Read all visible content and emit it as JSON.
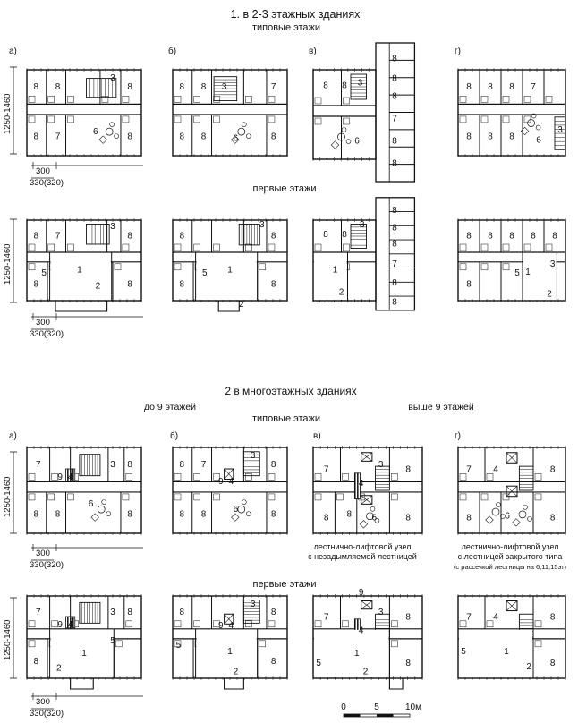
{
  "section1": {
    "title": "1. в 2-3 этажных зданиях",
    "typical_label": "типовые этажи",
    "first_label": "первые этажи",
    "dim_height": "1250-1460",
    "dim_module": "300",
    "dim_width": "330(320)"
  },
  "section2": {
    "title": "2  в   многоэтажных  зданиях",
    "sub_left": "до  9  этажей",
    "sub_right": "выше  9  этажей",
    "typical_label": "типовые этажи",
    "first_label": "первые этажи",
    "dim_height": "1250-1460",
    "dim_module": "300",
    "dim_width": "330(320)",
    "note_v": [
      "лестнично-лифтовой узел",
      "с незадымляемой лестницей"
    ],
    "note_g": [
      "лестнично-лифтовой узел",
      "с лестницей закрытого типа",
      "(с рассечкой лестницы на 6,11,15эт)"
    ]
  },
  "variants": [
    "а)",
    "б)",
    "в)",
    "г)"
  ],
  "scale": {
    "zero": "0",
    "mid": "5",
    "end": "10м"
  },
  "plans": [
    {
      "id": "s1-typ-a",
      "rooms": [
        {
          "n": "8"
        },
        {
          "n": "8"
        },
        {
          "n": "3"
        },
        {
          "n": "8"
        },
        {
          "n": "8"
        },
        {
          "n": "7"
        },
        {
          "n": "6"
        },
        {
          "n": "8"
        }
      ]
    },
    {
      "id": "s1-typ-b",
      "rooms": [
        {
          "n": "8"
        },
        {
          "n": "8"
        },
        {
          "n": "3"
        },
        {
          "n": "7"
        },
        {
          "n": "8"
        },
        {
          "n": "8"
        },
        {
          "n": "6"
        },
        {
          "n": "8"
        }
      ]
    },
    {
      "id": "s1-typ-v",
      "rooms": [
        {
          "n": "8"
        },
        {
          "n": "8"
        },
        {
          "n": "3"
        },
        {
          "n": "8"
        },
        {
          "n": "8"
        },
        {
          "n": "8"
        },
        {
          "n": "7"
        },
        {
          "n": "6"
        },
        {
          "n": "8"
        },
        {
          "n": "8"
        }
      ]
    },
    {
      "id": "s1-typ-g",
      "rooms": [
        {
          "n": "8"
        },
        {
          "n": "8"
        },
        {
          "n": "8"
        },
        {
          "n": "7"
        },
        {
          "n": "8"
        },
        {
          "n": "8"
        },
        {
          "n": "8"
        },
        {
          "n": "6"
        },
        {
          "n": "3"
        }
      ]
    },
    {
      "id": "s1-fst-a",
      "rooms": [
        {
          "n": "8"
        },
        {
          "n": "7"
        },
        {
          "n": "3"
        },
        {
          "n": "8"
        },
        {
          "n": "8"
        },
        {
          "n": "5"
        },
        {
          "n": "1"
        },
        {
          "n": "2"
        },
        {
          "n": "8"
        }
      ]
    },
    {
      "id": "s1-fst-b",
      "rooms": [
        {
          "n": "8"
        },
        {
          "n": "3"
        },
        {
          "n": "8"
        },
        {
          "n": "8"
        },
        {
          "n": "5"
        },
        {
          "n": "1"
        },
        {
          "n": "8"
        },
        {
          "n": "2"
        }
      ]
    },
    {
      "id": "s1-fst-v",
      "rooms": [
        {
          "n": "8"
        },
        {
          "n": "8"
        },
        {
          "n": "3"
        },
        {
          "n": "8"
        },
        {
          "n": "8"
        },
        {
          "n": "8"
        },
        {
          "n": "7"
        },
        {
          "n": "1"
        },
        {
          "n": "2"
        },
        {
          "n": "8"
        },
        {
          "n": "8"
        }
      ]
    },
    {
      "id": "s1-fst-g",
      "rooms": [
        {
          "n": "8"
        },
        {
          "n": "8"
        },
        {
          "n": "8"
        },
        {
          "n": "8"
        },
        {
          "n": "8"
        },
        {
          "n": "8"
        },
        {
          "n": "5"
        },
        {
          "n": "1"
        },
        {
          "n": "3"
        },
        {
          "n": "2"
        }
      ]
    },
    {
      "id": "s2-typ-a",
      "rooms": [
        {
          "n": "7"
        },
        {
          "n": "3"
        },
        {
          "n": "8"
        },
        {
          "n": "9"
        },
        {
          "n": "4"
        },
        {
          "n": "8"
        },
        {
          "n": "8"
        },
        {
          "n": "6"
        },
        {
          "n": "8"
        }
      ]
    },
    {
      "id": "s2-typ-b",
      "rooms": [
        {
          "n": "8"
        },
        {
          "n": "7"
        },
        {
          "n": "3"
        },
        {
          "n": "8"
        },
        {
          "n": "9"
        },
        {
          "n": "4"
        },
        {
          "n": "8"
        },
        {
          "n": "8"
        },
        {
          "n": "6"
        },
        {
          "n": "8"
        }
      ]
    },
    {
      "id": "s2-typ-v",
      "rooms": [
        {
          "n": "7"
        },
        {
          "n": "3"
        },
        {
          "n": "8"
        },
        {
          "n": "4"
        },
        {
          "n": "8"
        },
        {
          "n": "8"
        },
        {
          "n": "6"
        },
        {
          "n": "8"
        }
      ]
    },
    {
      "id": "s2-typ-g",
      "rooms": [
        {
          "n": "7"
        },
        {
          "n": "4"
        },
        {
          "n": "8"
        },
        {
          "n": "8"
        },
        {
          "n": "6"
        },
        {
          "n": "8"
        }
      ]
    },
    {
      "id": "s2-fst-a",
      "rooms": [
        {
          "n": "7"
        },
        {
          "n": "3"
        },
        {
          "n": "8"
        },
        {
          "n": "9"
        },
        {
          "n": "4"
        },
        {
          "n": "8"
        },
        {
          "n": "1"
        },
        {
          "n": "5"
        },
        {
          "n": "2"
        }
      ]
    },
    {
      "id": "s2-fst-b",
      "rooms": [
        {
          "n": "8"
        },
        {
          "n": "3"
        },
        {
          "n": "8"
        },
        {
          "n": "9"
        },
        {
          "n": "4"
        },
        {
          "n": "5"
        },
        {
          "n": "1"
        },
        {
          "n": "8"
        },
        {
          "n": "2"
        }
      ]
    },
    {
      "id": "s2-fst-v",
      "rooms": [
        {
          "n": "9"
        },
        {
          "n": "7"
        },
        {
          "n": "3"
        },
        {
          "n": "8"
        },
        {
          "n": "4"
        },
        {
          "n": "5"
        },
        {
          "n": "1"
        },
        {
          "n": "8"
        },
        {
          "n": "2"
        }
      ]
    },
    {
      "id": "s2-fst-g",
      "rooms": [
        {
          "n": "7"
        },
        {
          "n": "4"
        },
        {
          "n": "8"
        },
        {
          "n": "5"
        },
        {
          "n": "1"
        },
        {
          "n": "2"
        },
        {
          "n": "8"
        }
      ]
    }
  ]
}
